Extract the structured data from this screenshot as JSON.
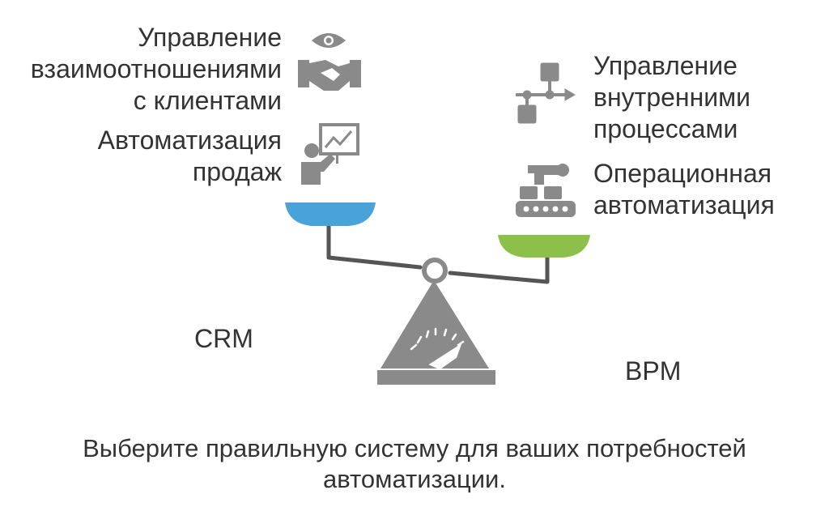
{
  "left": {
    "system": "CRM",
    "items": [
      {
        "icon": "eye-handshake-icon",
        "lines": [
          "Управление",
          "взаимоотношениями",
          "с клиентами"
        ]
      },
      {
        "icon": "presenter-chart-icon",
        "lines": [
          "Автоматизация",
          "продаж"
        ]
      }
    ],
    "pan_color": "#4aa3d8"
  },
  "right": {
    "system": "BPM",
    "items": [
      {
        "icon": "process-flow-icon",
        "lines": [
          "Управление",
          "внутренними",
          "процессами"
        ]
      },
      {
        "icon": "robot-arm-conveyor-icon",
        "lines": [
          "Операционная",
          "автоматизация"
        ]
      }
    ],
    "pan_color": "#8cc04a"
  },
  "caption": [
    "Выберите правильную систему для ваших потребностей",
    "автоматизации."
  ],
  "icon_color": "#8a8a8a"
}
